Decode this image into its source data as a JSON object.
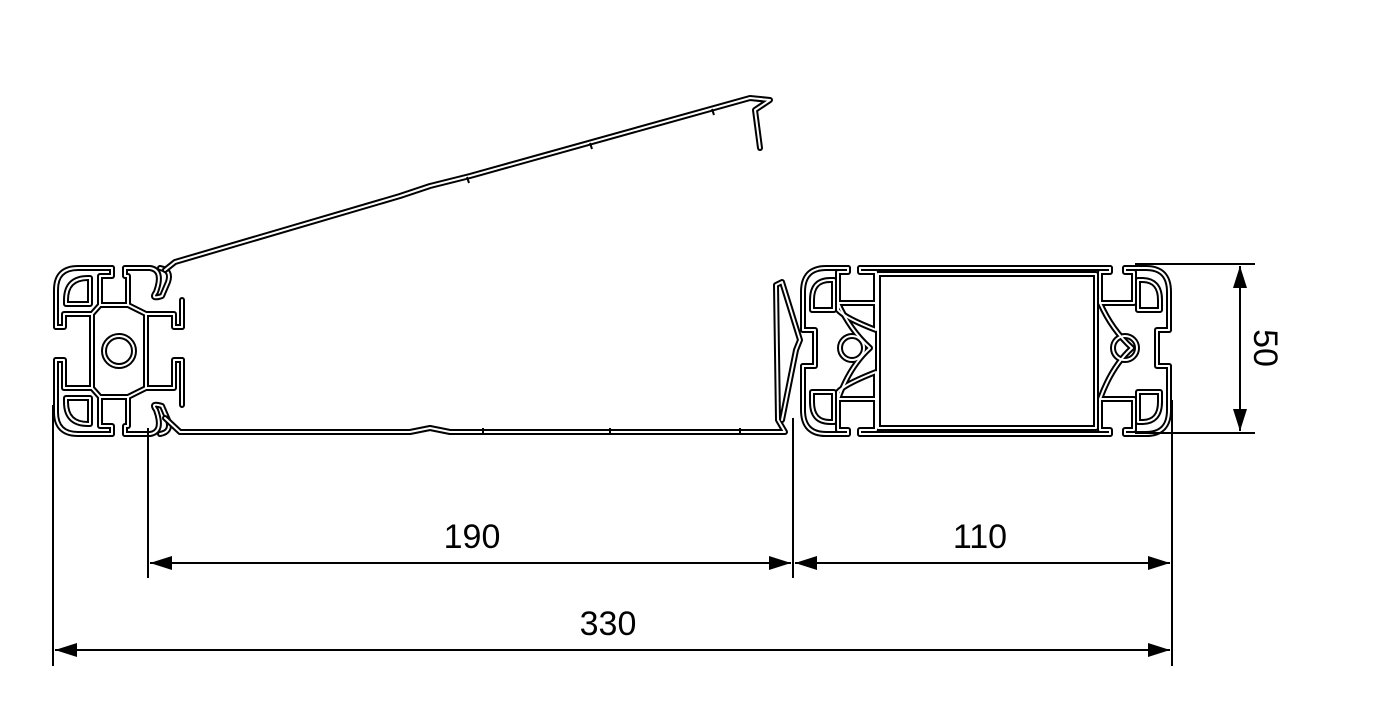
{
  "drawing": {
    "dimensions": [
      {
        "name": "tray-width",
        "label": "190"
      },
      {
        "name": "profile-width",
        "label": "110"
      },
      {
        "name": "overall-width",
        "label": "330"
      },
      {
        "name": "height",
        "label": "50"
      }
    ],
    "line_color": "#000000",
    "background": "#ffffff"
  }
}
